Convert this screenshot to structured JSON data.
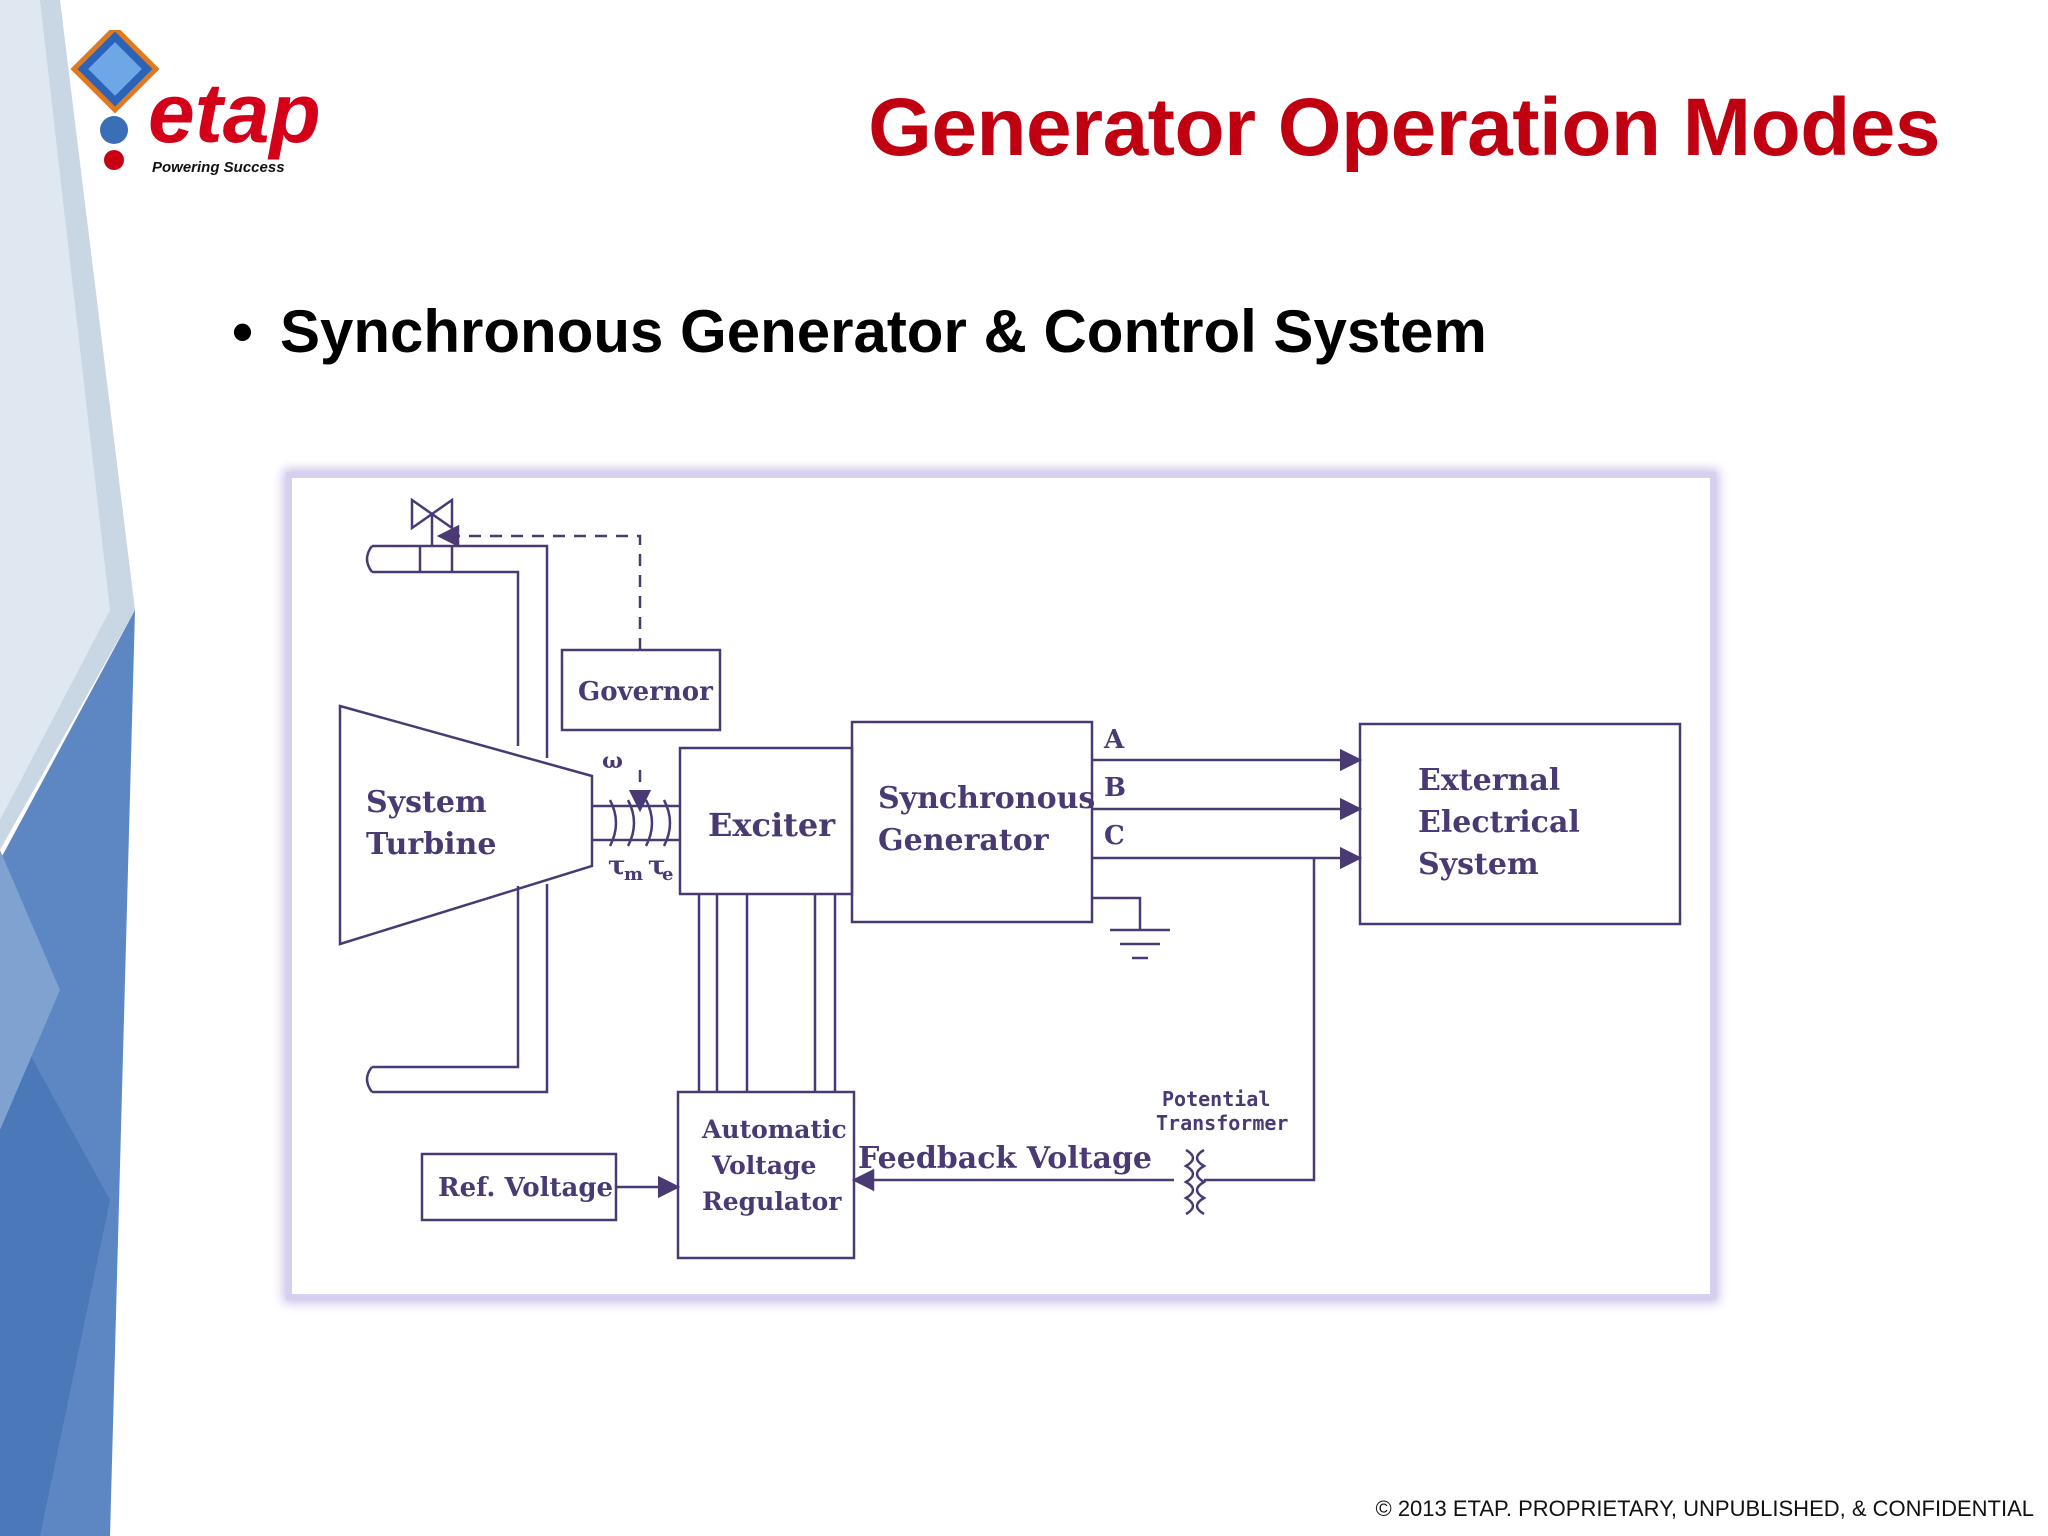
{
  "header": {
    "logo_text": "etap",
    "logo_tagline": "Powering Success",
    "title": "Generator Operation Modes"
  },
  "bullets": [
    {
      "text": "Synchronous Generator & Control System"
    }
  ],
  "diagram": {
    "governor": "Governor",
    "turbine": [
      "System",
      "Turbine"
    ],
    "omega": "ω",
    "tau_m": "τ",
    "tau_m_sub": "m",
    "tau_e": "τ",
    "tau_e_sub": "e",
    "exciter": "Exciter",
    "sync_gen": [
      "Synchronous",
      "Generator"
    ],
    "phase_a": "A",
    "phase_b": "B",
    "phase_c": "C",
    "external": [
      "External",
      "Electrical",
      "System"
    ],
    "pt_label": [
      "Potential",
      "Transformer"
    ],
    "feedback": "Feedback Voltage",
    "avr": [
      "Automatic",
      "Voltage",
      "Regulator"
    ],
    "ref_voltage": "Ref. Voltage",
    "colors": {
      "ink": "#4a3a74",
      "frame": "#d7cfee"
    }
  },
  "footer": {
    "text": "© 2013 ETAP. PROPRIETARY, UNPUBLISHED, & CONFIDENTIAL"
  }
}
